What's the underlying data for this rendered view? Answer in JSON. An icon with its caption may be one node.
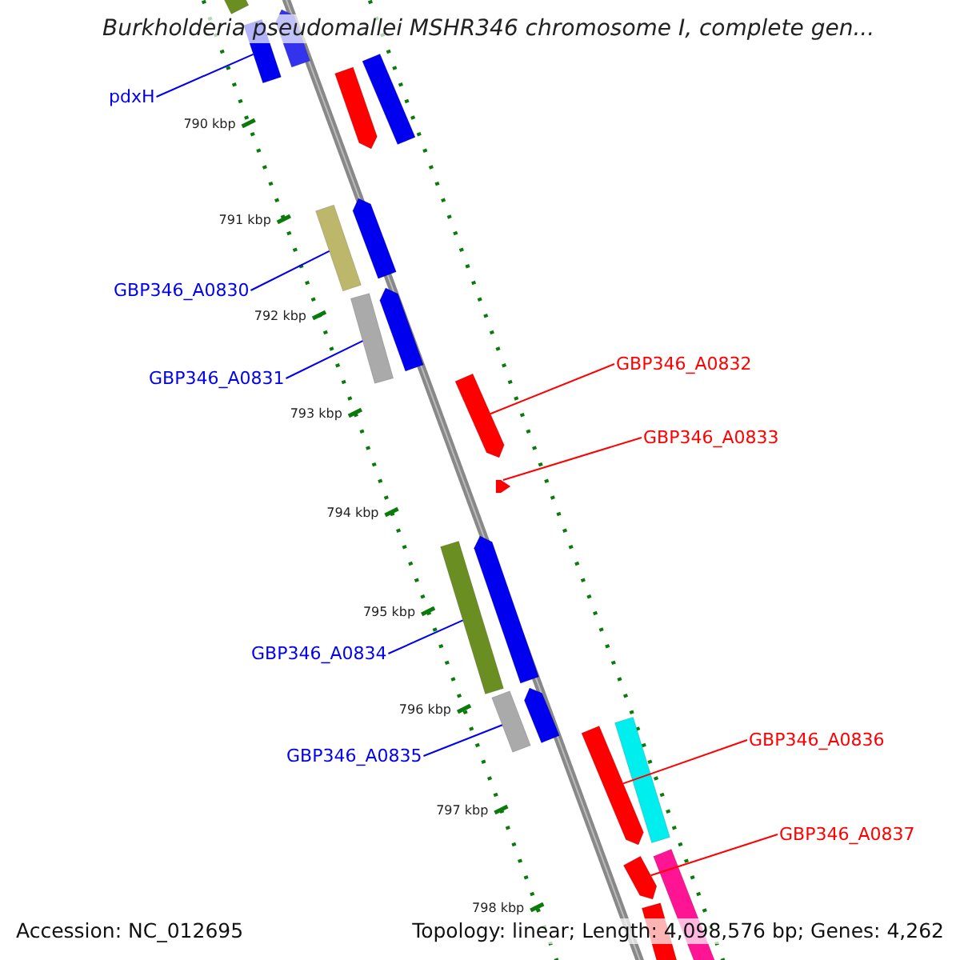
{
  "diagram": {
    "title": "Burkholderia pseudomallei MSHR346 chromosome I, complete gen...",
    "nodes": [
      {
        "text": [
          "pdxH"
        ]
      },
      {
        "text": [
          "GBP346_A0830"
        ]
      },
      {
        "text": [
          "GBP346_A0831"
        ]
      },
      {
        "text": [
          "GBP346_A0832"
        ]
      },
      {
        "text": [
          "GBP346_A0833"
        ]
      },
      {
        "text": [
          "GBP346_A0834"
        ]
      },
      {
        "text": [
          "GBP346_A0835"
        ]
      },
      {
        "text": [
          "GBP346_A0836"
        ]
      },
      {
        "text": [
          "GBP346_A0837"
        ]
      },
      {
        "text": [],
        "shape": "bar"
      },
      {
        "text": [],
        "shape": "bar"
      },
      {
        "text": [],
        "shape": "bar"
      },
      {
        "text": [],
        "shape": "bar"
      },
      {
        "text": [],
        "shape": "bar"
      },
      {
        "text": [],
        "shape": "bar"
      },
      {
        "text": [],
        "shape": "bar"
      },
      {
        "text": [],
        "shape": "bar"
      },
      {
        "text": [],
        "shape": "bar"
      },
      {
        "text": [],
        "shape": "bar"
      },
      {
        "text": [],
        "shape": "bar"
      },
      {
        "text": [],
        "shape": "bar"
      },
      {
        "text": [],
        "shape": "bar"
      },
      {
        "text": [],
        "shape": "bar"
      },
      {
        "text": [],
        "shape": "bar"
      },
      {
        "text": [],
        "shape": "bar"
      },
      {
        "text": [],
        "shape": "bar"
      },
      {
        "text": [],
        "shape": "bar"
      },
      {
        "text": [],
        "shape": "bar"
      },
      {
        "text": [],
        "shape": "bar"
      }
    ],
    "edges": [
      {
        "from": 0,
        "to": 10,
        "arrow": "none"
      },
      {
        "from": 1,
        "to": 14,
        "arrow": "none"
      },
      {
        "from": 2,
        "to": 16,
        "arrow": "none"
      },
      {
        "from": 3,
        "to": 18,
        "arrow": "none",
        "color": "#ff0000"
      },
      {
        "from": 4,
        "to": 19,
        "arrow": "none",
        "color": "#ff0000"
      },
      {
        "from": 5,
        "to": 20,
        "arrow": "none"
      },
      {
        "from": 6,
        "to": 23,
        "arrow": "none"
      },
      {
        "from": 7,
        "to": 24,
        "arrow": "none",
        "color": "#ff0000"
      },
      {
        "from": 8,
        "to": 26,
        "arrow": "none",
        "color": "#ff0000"
      }
    ],
    "labels": [
      "790 kbp",
      "791 kbp",
      "792 kbp",
      "793 kbp",
      "794 kbp",
      "795 kbp",
      "796 kbp",
      "797 kbp",
      "798 kbp",
      "Accession: NC_012695",
      "Topology: linear; Length: 4,098,576 bp; Genes: 4,262"
    ]
  }
}
